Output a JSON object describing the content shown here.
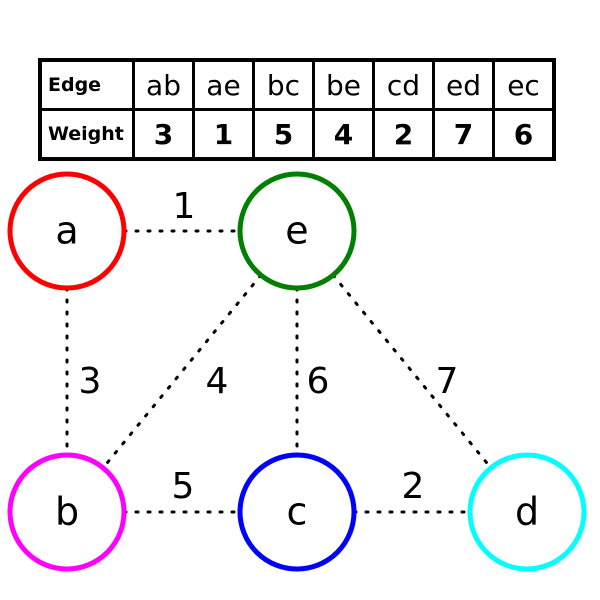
{
  "table": {
    "edge_header": "Edge",
    "weight_header": "Weight",
    "edges": [
      "ab",
      "ae",
      "bc",
      "be",
      "cd",
      "ed",
      "ec"
    ],
    "weights": [
      "3",
      "1",
      "5",
      "4",
      "2",
      "7",
      "6"
    ]
  },
  "graph": {
    "nodes": [
      {
        "id": "a",
        "label": "a",
        "color": "#ff0000"
      },
      {
        "id": "e",
        "label": "e",
        "color": "#008000"
      },
      {
        "id": "b",
        "label": "b",
        "color": "#ff00ff"
      },
      {
        "id": "c",
        "label": "c",
        "color": "#0000ff"
      },
      {
        "id": "d",
        "label": "d",
        "color": "#00ffff"
      }
    ],
    "edges": [
      {
        "from": "a",
        "to": "e",
        "weight": "1"
      },
      {
        "from": "a",
        "to": "b",
        "weight": "3"
      },
      {
        "from": "e",
        "to": "b",
        "weight": "4"
      },
      {
        "from": "e",
        "to": "c",
        "weight": "6"
      },
      {
        "from": "e",
        "to": "d",
        "weight": "7"
      },
      {
        "from": "b",
        "to": "c",
        "weight": "5"
      },
      {
        "from": "c",
        "to": "d",
        "weight": "2"
      }
    ]
  }
}
